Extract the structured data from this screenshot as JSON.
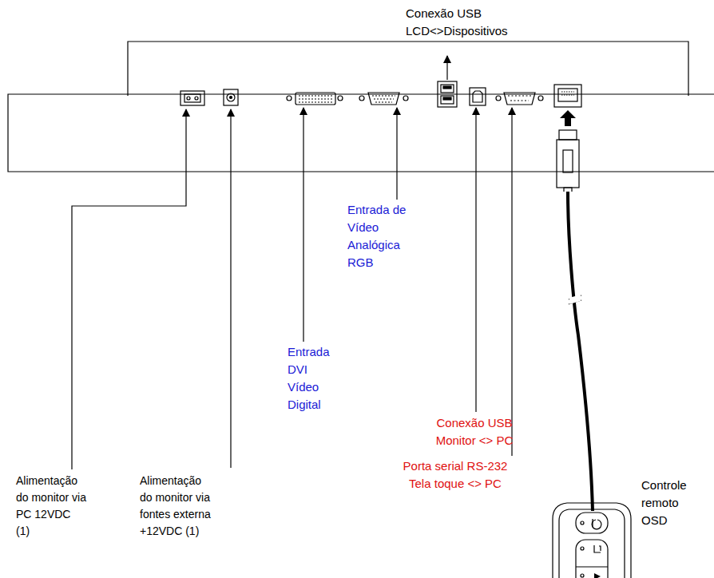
{
  "diagram": {
    "labels": [
      "Conexão USB LCD<>Dispositivos",
      "Entrada de Vídeo Analógica RGB",
      "Entrada DVI Vídeo Digital",
      "Conexão USB Monitor <> PC",
      "Porta serial RS-232 Tela toque <> PC",
      "Alimentação do monitor via PC 12VDC (1)",
      "Alimentação do monitor via fontes externa +12VDC (1)",
      "Controle remoto OSD"
    ]
  }
}
